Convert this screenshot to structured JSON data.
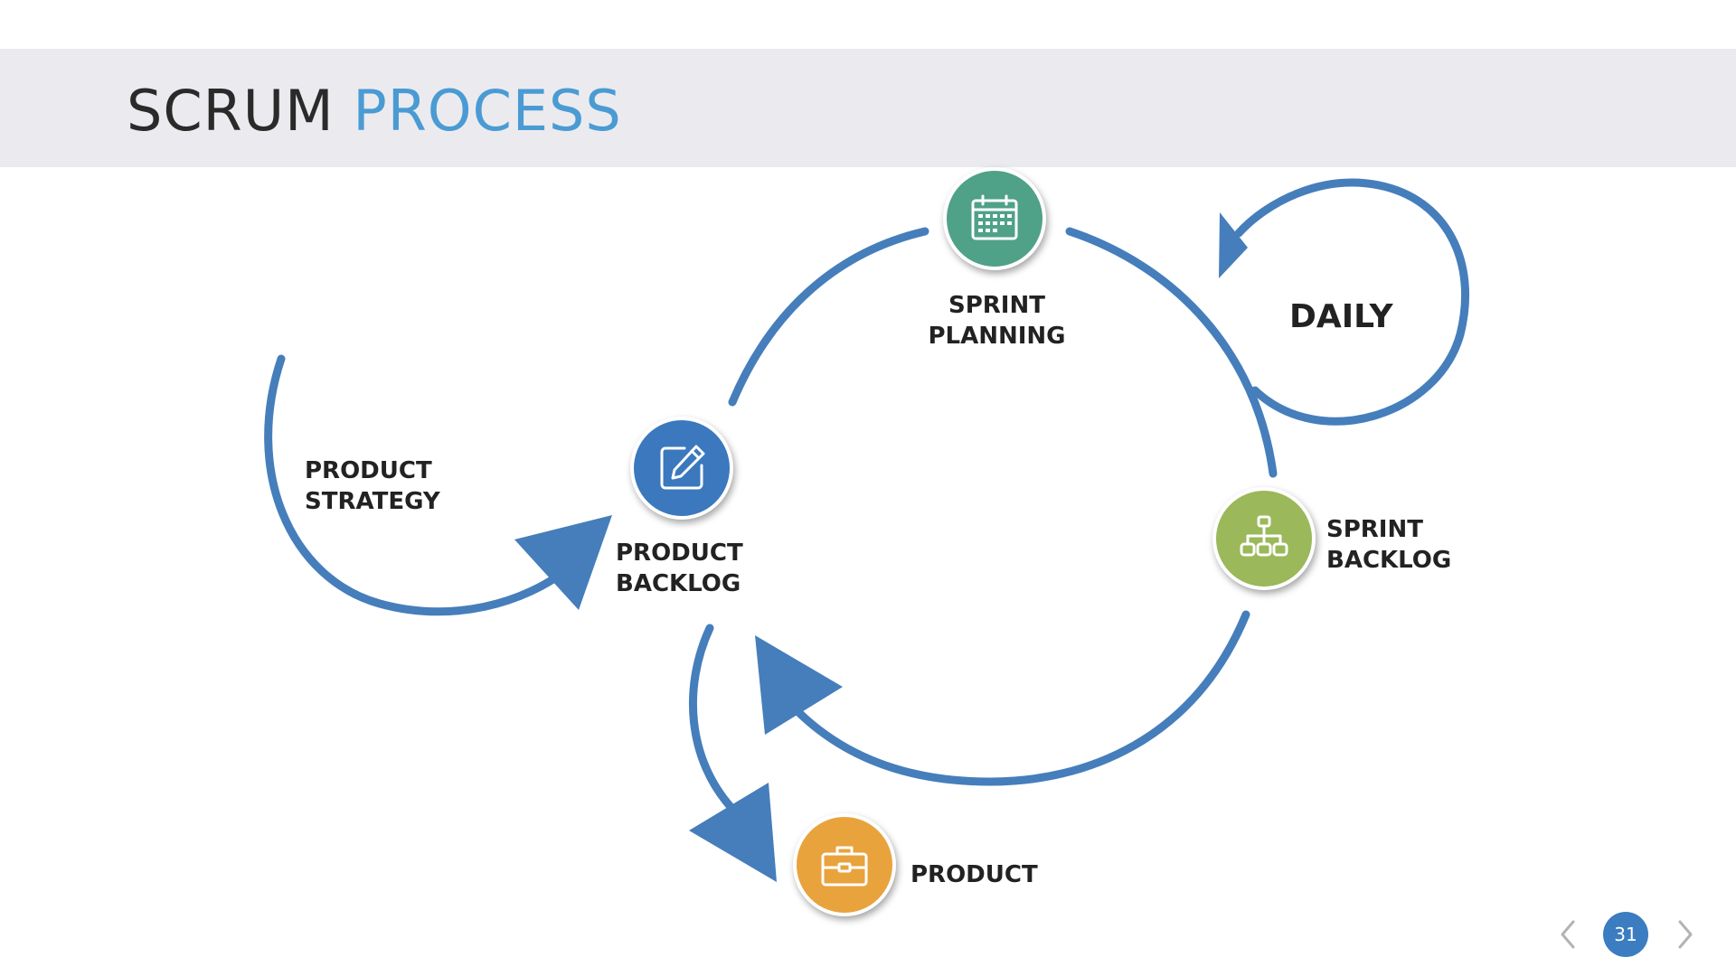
{
  "slide": {
    "title_part1": "SCRUM",
    "title_part2": "PROCESS",
    "page_number": "31"
  },
  "labels": {
    "product_strategy": [
      "PRODUCT",
      "STRATEGY"
    ],
    "product_backlog": [
      "PRODUCT",
      "BACKLOG"
    ],
    "sprint_planning": [
      "SPRINT",
      "PLANNING"
    ],
    "sprint_backlog": [
      "SPRINT",
      "BACKLOG"
    ],
    "daily": "DAILY",
    "product": "PRODUCT"
  },
  "icons": {
    "product_backlog": "edit-icon",
    "sprint_planning": "calendar-icon",
    "sprint_backlog": "hierarchy-icon",
    "product": "briefcase-icon"
  },
  "colors": {
    "accent_blue": "#4a9bd3",
    "arrow_blue": "#457ebb",
    "product_backlog": "#3b78be",
    "sprint_planning": "#4fa187",
    "sprint_backlog": "#9bb85a",
    "product": "#e8a33d"
  }
}
